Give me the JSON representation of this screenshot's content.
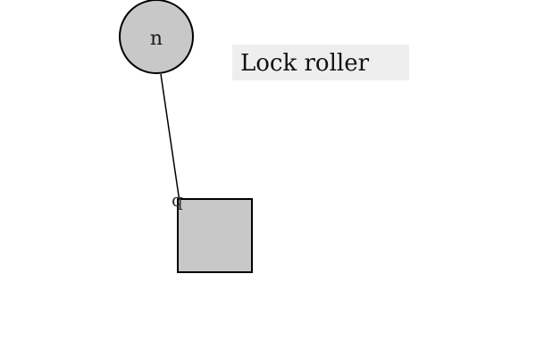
{
  "diagram": {
    "nodes": [
      {
        "label": "n",
        "shape": "circle",
        "fill": "#c8c8c8"
      },
      {
        "label": "",
        "shape": "square",
        "fill": "#c8c8c8"
      }
    ],
    "port_label": "q",
    "caption": "Lock roller"
  }
}
